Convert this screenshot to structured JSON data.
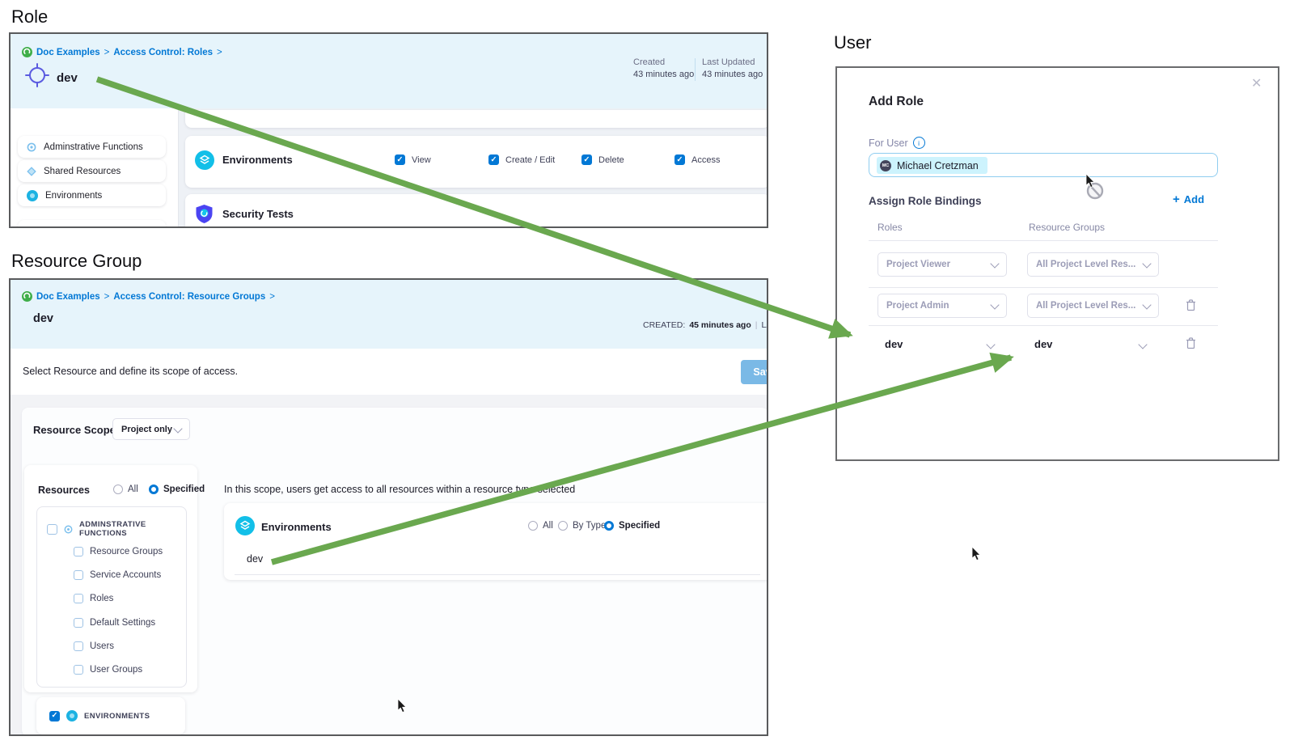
{
  "role": {
    "heading": "Role",
    "breadcrumb": {
      "items": [
        "Doc Examples",
        "Access Control: Roles"
      ],
      "separator": ">"
    },
    "name": "dev",
    "created_label": "Created",
    "created_value": "43 minutes ago",
    "updated_label": "Last Updated",
    "updated_value": "43 minutes ago",
    "sidebar_items": [
      {
        "label": "Adminstrative Functions"
      },
      {
        "label": "Shared Resources"
      },
      {
        "label": "Environments"
      }
    ],
    "permissions_row": {
      "resource": "Environments",
      "checks": [
        {
          "label": "View",
          "checked": true
        },
        {
          "label": "Create / Edit",
          "checked": true
        },
        {
          "label": "Delete",
          "checked": true
        },
        {
          "label": "Access",
          "checked": true
        }
      ]
    },
    "next_row_resource": "Security Tests"
  },
  "resource_group": {
    "heading": "Resource Group",
    "breadcrumb": {
      "items": [
        "Doc Examples",
        "Access Control: Resource Groups"
      ],
      "separator": ">"
    },
    "name": "dev",
    "created_label": "CREATED:",
    "created_value": "45 minutes ago",
    "meta_separator": "|",
    "updated_label": "LAST UPDATED",
    "instruction": "Select Resource and define its scope of access.",
    "save_label": "Save",
    "resource_scope_label": "Resource Scope",
    "resource_scope_value": "Project only",
    "resources": {
      "heading": "Resources",
      "filter_options": [
        {
          "label": "All",
          "selected": false
        },
        {
          "label": "Specified",
          "selected": true
        }
      ],
      "group": {
        "label": "ADMINSTRATIVE FUNCTIONS",
        "checked": false
      },
      "children": [
        {
          "label": "Resource Groups",
          "checked": false
        },
        {
          "label": "Service Accounts",
          "checked": false
        },
        {
          "label": "Roles",
          "checked": false
        },
        {
          "label": "Default Settings",
          "checked": false
        },
        {
          "label": "Users",
          "checked": false
        },
        {
          "label": "User Groups",
          "checked": false
        }
      ],
      "environments_group": {
        "label": "ENVIRONMENTS",
        "checked": true
      }
    },
    "scope": {
      "description": "In this scope, users get access to all resources within a resource type selected",
      "resource": "Environments",
      "options": [
        {
          "label": "All",
          "selected": false
        },
        {
          "label": "By Type",
          "selected": false
        },
        {
          "label": "Specified",
          "selected": true
        }
      ],
      "selected_item": "dev"
    }
  },
  "user": {
    "heading": "User",
    "modal": {
      "title": "Add Role",
      "for_user_label": "For User",
      "user_initials": "MC",
      "user_name": "Michael Cretzman",
      "assign_heading": "Assign Role Bindings",
      "add_label": "Add",
      "roles_column": "Roles",
      "resource_groups_column": "Resource Groups",
      "bindings": [
        {
          "role": "Project Viewer",
          "resource_group": "All Project Level Res...",
          "removable": false,
          "committed": false
        },
        {
          "role": "Project Admin",
          "resource_group": "All Project Level Res...",
          "removable": true,
          "committed": false
        },
        {
          "role": "dev",
          "resource_group": "dev",
          "removable": true,
          "committed": true
        }
      ]
    }
  },
  "colors": {
    "accent_blue": "#0278d5",
    "arrow_green": "#6aa84f",
    "panel_header_bg": "#e6f4fb",
    "logo_green": "#3fae49",
    "environments_cyan": "#12bfe8",
    "security_indigo": "#4b44f2",
    "save_button_blue": "#7ab9e6",
    "selection_cyan": "#cdf3fd",
    "role_target_purple": "#5b5be0"
  },
  "icons": {
    "names": [
      "harness-logo-icon",
      "role-target-icon",
      "environments-icon",
      "security-tests-icon",
      "info-icon",
      "close-icon",
      "trash-icon",
      "chevron-down-icon",
      "plus-icon",
      "checkbox",
      "radio",
      "cursor-pointer",
      "no-drop-cursor",
      "green-arrow"
    ]
  }
}
